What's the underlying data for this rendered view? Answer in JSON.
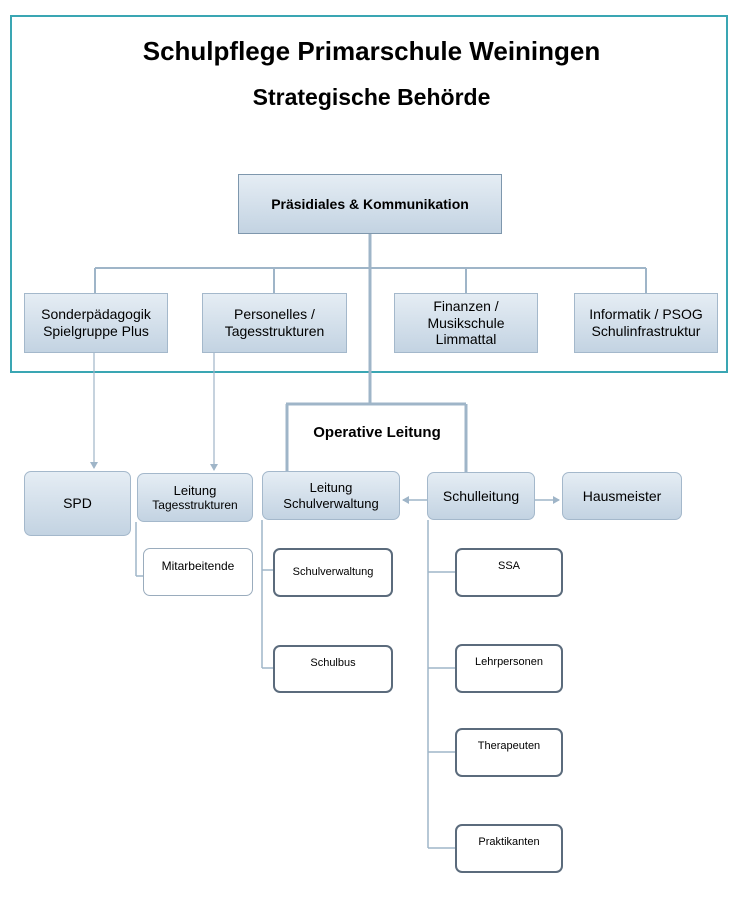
{
  "header": {
    "title": "Schulpflege Primarschule Weiningen",
    "subtitle": "Strategische Behörde"
  },
  "strategic": {
    "top": "Präsidiales & Kommunikation",
    "departments": [
      "Sonderpädagogik\nSpielgruppe Plus",
      "Personelles /\nTagesstrukturen",
      "Finanzen /\nMusikschule\nLimmattal",
      "Informatik / PSOG\nSchulinfrastruktur"
    ]
  },
  "operative": {
    "label": "Operative Leitung",
    "spd": "SPD",
    "leitung_tagesstrukturen_line1": "Leitung",
    "leitung_tagesstrukturen_line2": "Tagesstrukturen",
    "leitung_schulverwaltung": "Leitung\nSchulverwaltung",
    "schulleitung": "Schulleitung",
    "hausmeister": "Hausmeister",
    "mitarbeitende": "Mitarbeitende",
    "schulverwaltung": "Schulverwaltung",
    "schulbus": "Schulbus",
    "ssa": "SSA",
    "lehrpersonen": "Lehrpersonen",
    "therapeuten": "Therapeuten",
    "praktikanten": "Praktikanten"
  },
  "colors": {
    "frame": "#3aa6b3",
    "connector": "#9fb5c8",
    "box_fill_top": "#e5edf4",
    "box_fill_bottom": "#c3d3e2",
    "outline_dark": "#5b6b7c"
  }
}
